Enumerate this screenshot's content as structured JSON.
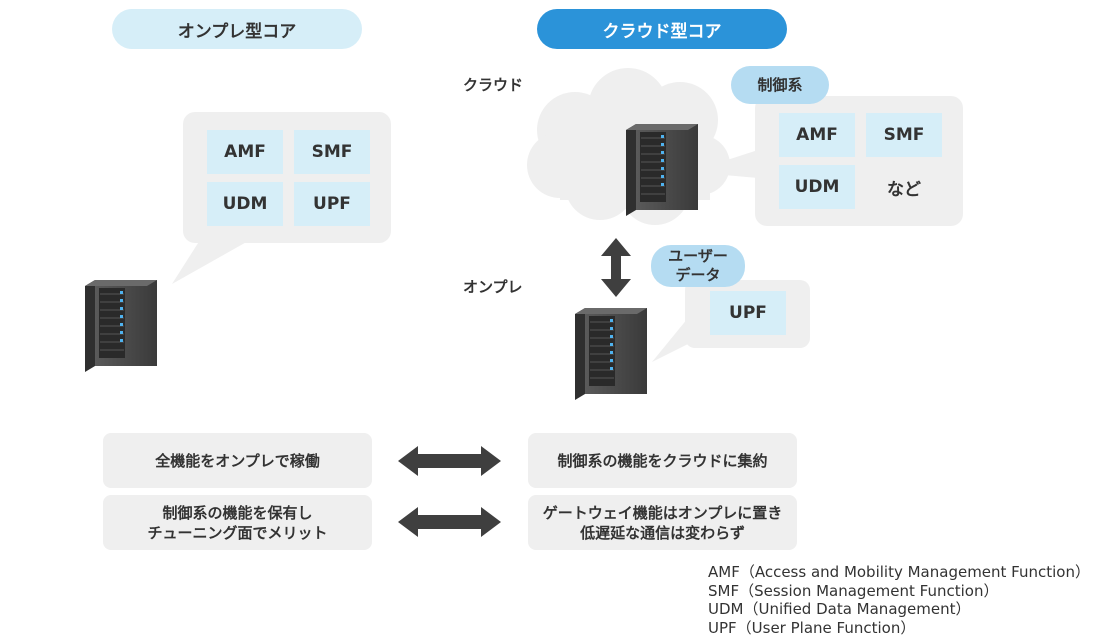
{
  "headers": {
    "onprem_core": "オンプレ型コア",
    "cloud_core": "クラウド型コア"
  },
  "left_panel": {
    "functions": [
      "AMF",
      "SMF",
      "UDM",
      "UPF"
    ]
  },
  "right_panel": {
    "cloud_label": "クラウド",
    "onprem_label": "オンプレ",
    "control_tag": "制御系",
    "control_functions": [
      "AMF",
      "SMF",
      "UDM",
      "など"
    ],
    "user_data_tag": [
      "ユーザー",
      "データ"
    ],
    "user_functions": [
      "UPF"
    ]
  },
  "comparisons": {
    "row1_left": [
      "全機能をオンプレで稼働"
    ],
    "row1_right": [
      "制御系の機能をクラウドに集約"
    ],
    "row2_left": [
      "制御系の機能を保有し",
      "チューニング面でメリット"
    ],
    "row2_right": [
      "ゲートウェイ機能はオンプレに置き",
      "低遅延な通信は変わらず"
    ]
  },
  "legend": [
    "AMF（Access and Mobility Management Function）",
    "SMF（Session Management Function）",
    "UDM（Unified Data Management）",
    "UPF（User Plane Function）"
  ],
  "colors": {
    "accent_blue": "#2b93d9",
    "light_blue": "#d6eef8",
    "tag_blue": "#b5dcf2",
    "panel_gray": "#efefef",
    "arrow_dark": "#3f3f3f"
  }
}
